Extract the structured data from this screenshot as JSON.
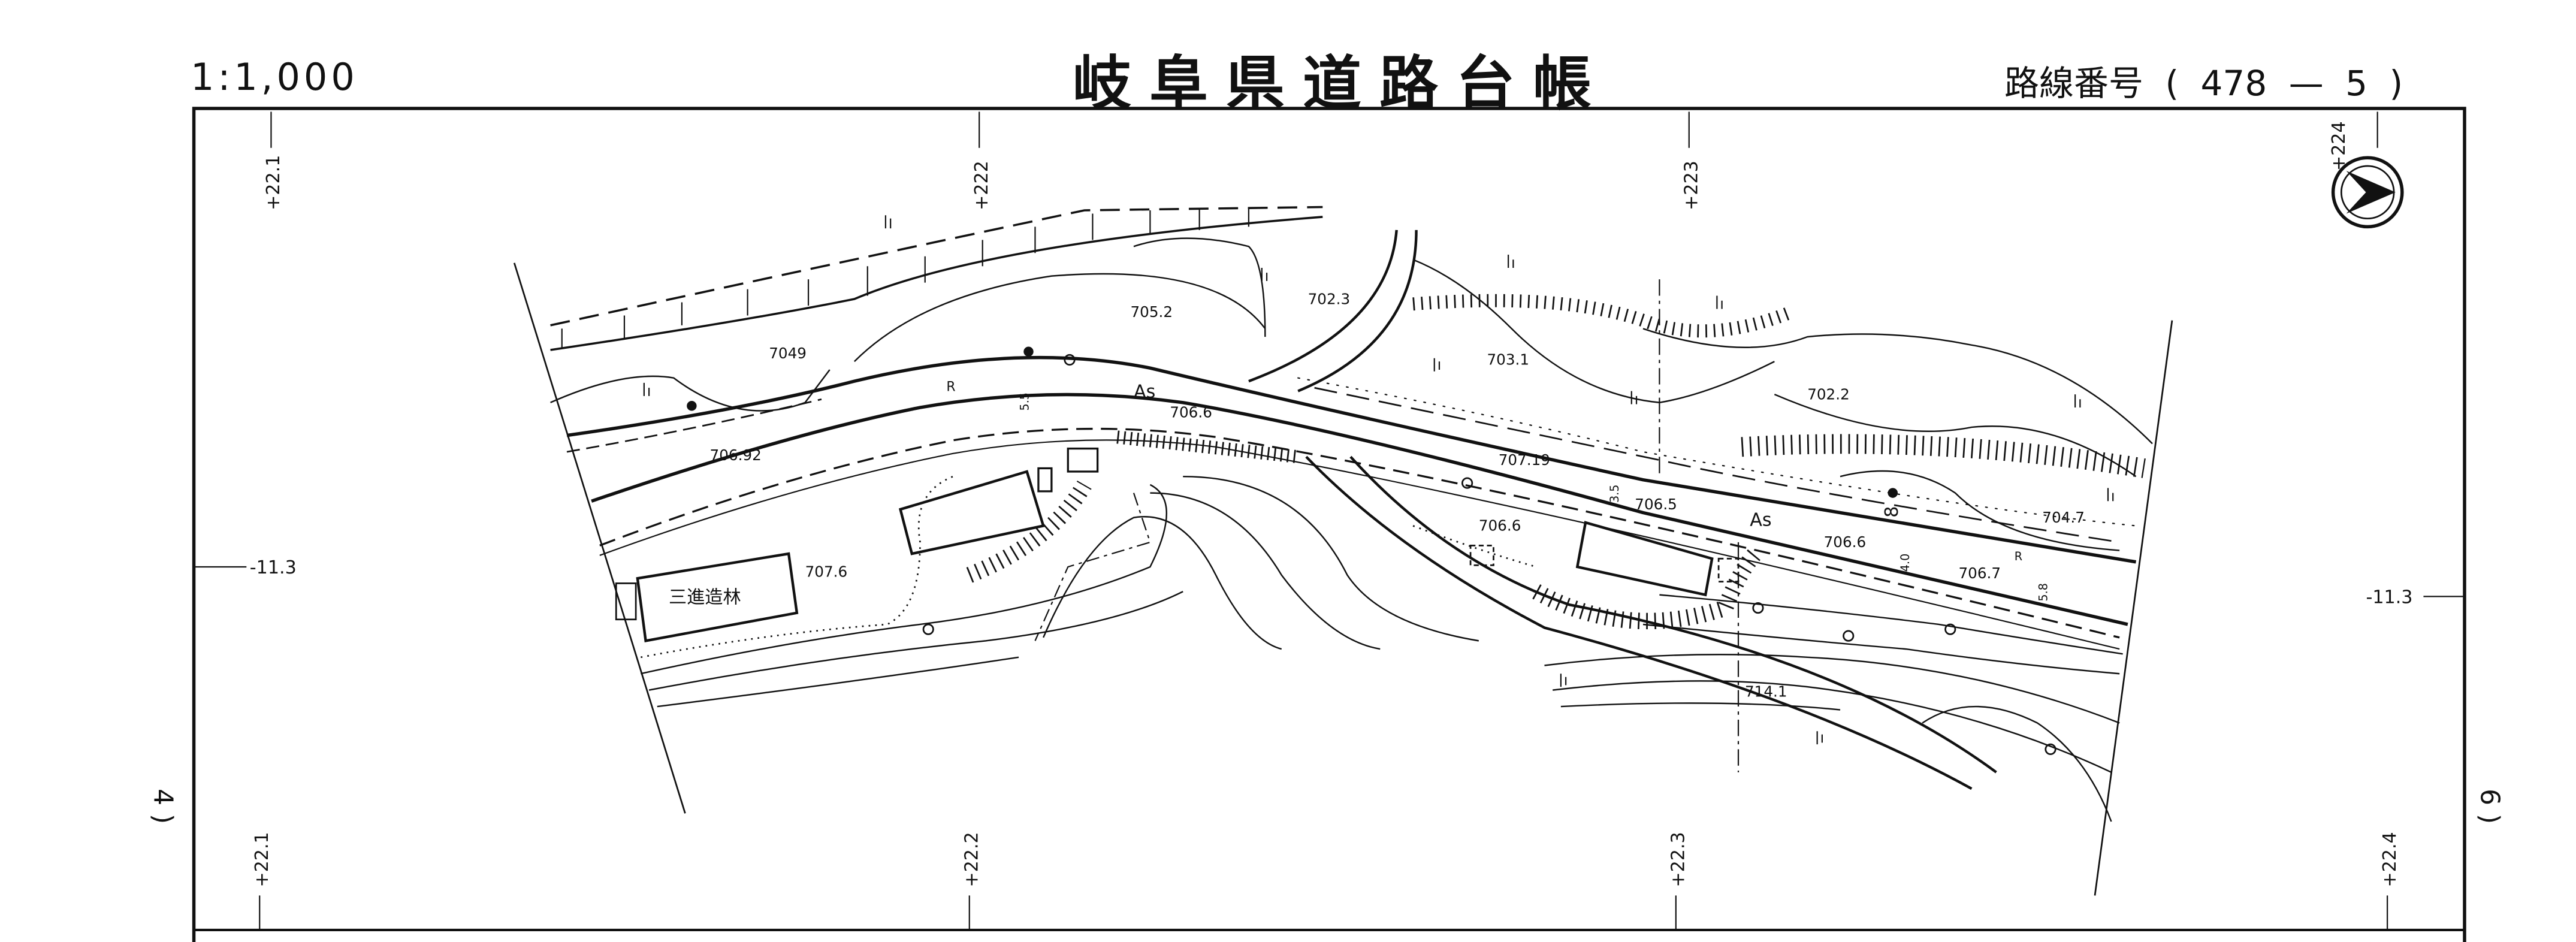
{
  "header": {
    "scale": "1:1,000",
    "title": "岐阜県道路台帳",
    "route_label": "路線番号",
    "route_open": "(",
    "route_number": "478",
    "route_dash": "—",
    "route_section": "5",
    "route_close": ")"
  },
  "grid": {
    "top": [
      "+22.1",
      "+222",
      "+223",
      "+224"
    ],
    "bottom": [
      "+22.1",
      "+22.2",
      "+22.3",
      "+22.4"
    ],
    "left": "-11.3",
    "right": "-11.3"
  },
  "sheet_marks": {
    "left": "4 )",
    "right": "6 )"
  },
  "spot_heights": [
    "705.2",
    "702.3",
    "7049",
    "703.1",
    "702.2",
    "706.6",
    "706.92",
    "707.19",
    "706.5",
    "706.6",
    "704.7",
    "706.6",
    "706.7",
    "707.6",
    "714.1"
  ],
  "labels": {
    "surface_1": "As",
    "surface_2": "As",
    "r_1": "R",
    "r_2": "R",
    "width_1": "5.5",
    "width_2": "3.5",
    "width_3": "4.0",
    "width_4": "5.8",
    "forest": "三進造林",
    "num_8": "8"
  }
}
